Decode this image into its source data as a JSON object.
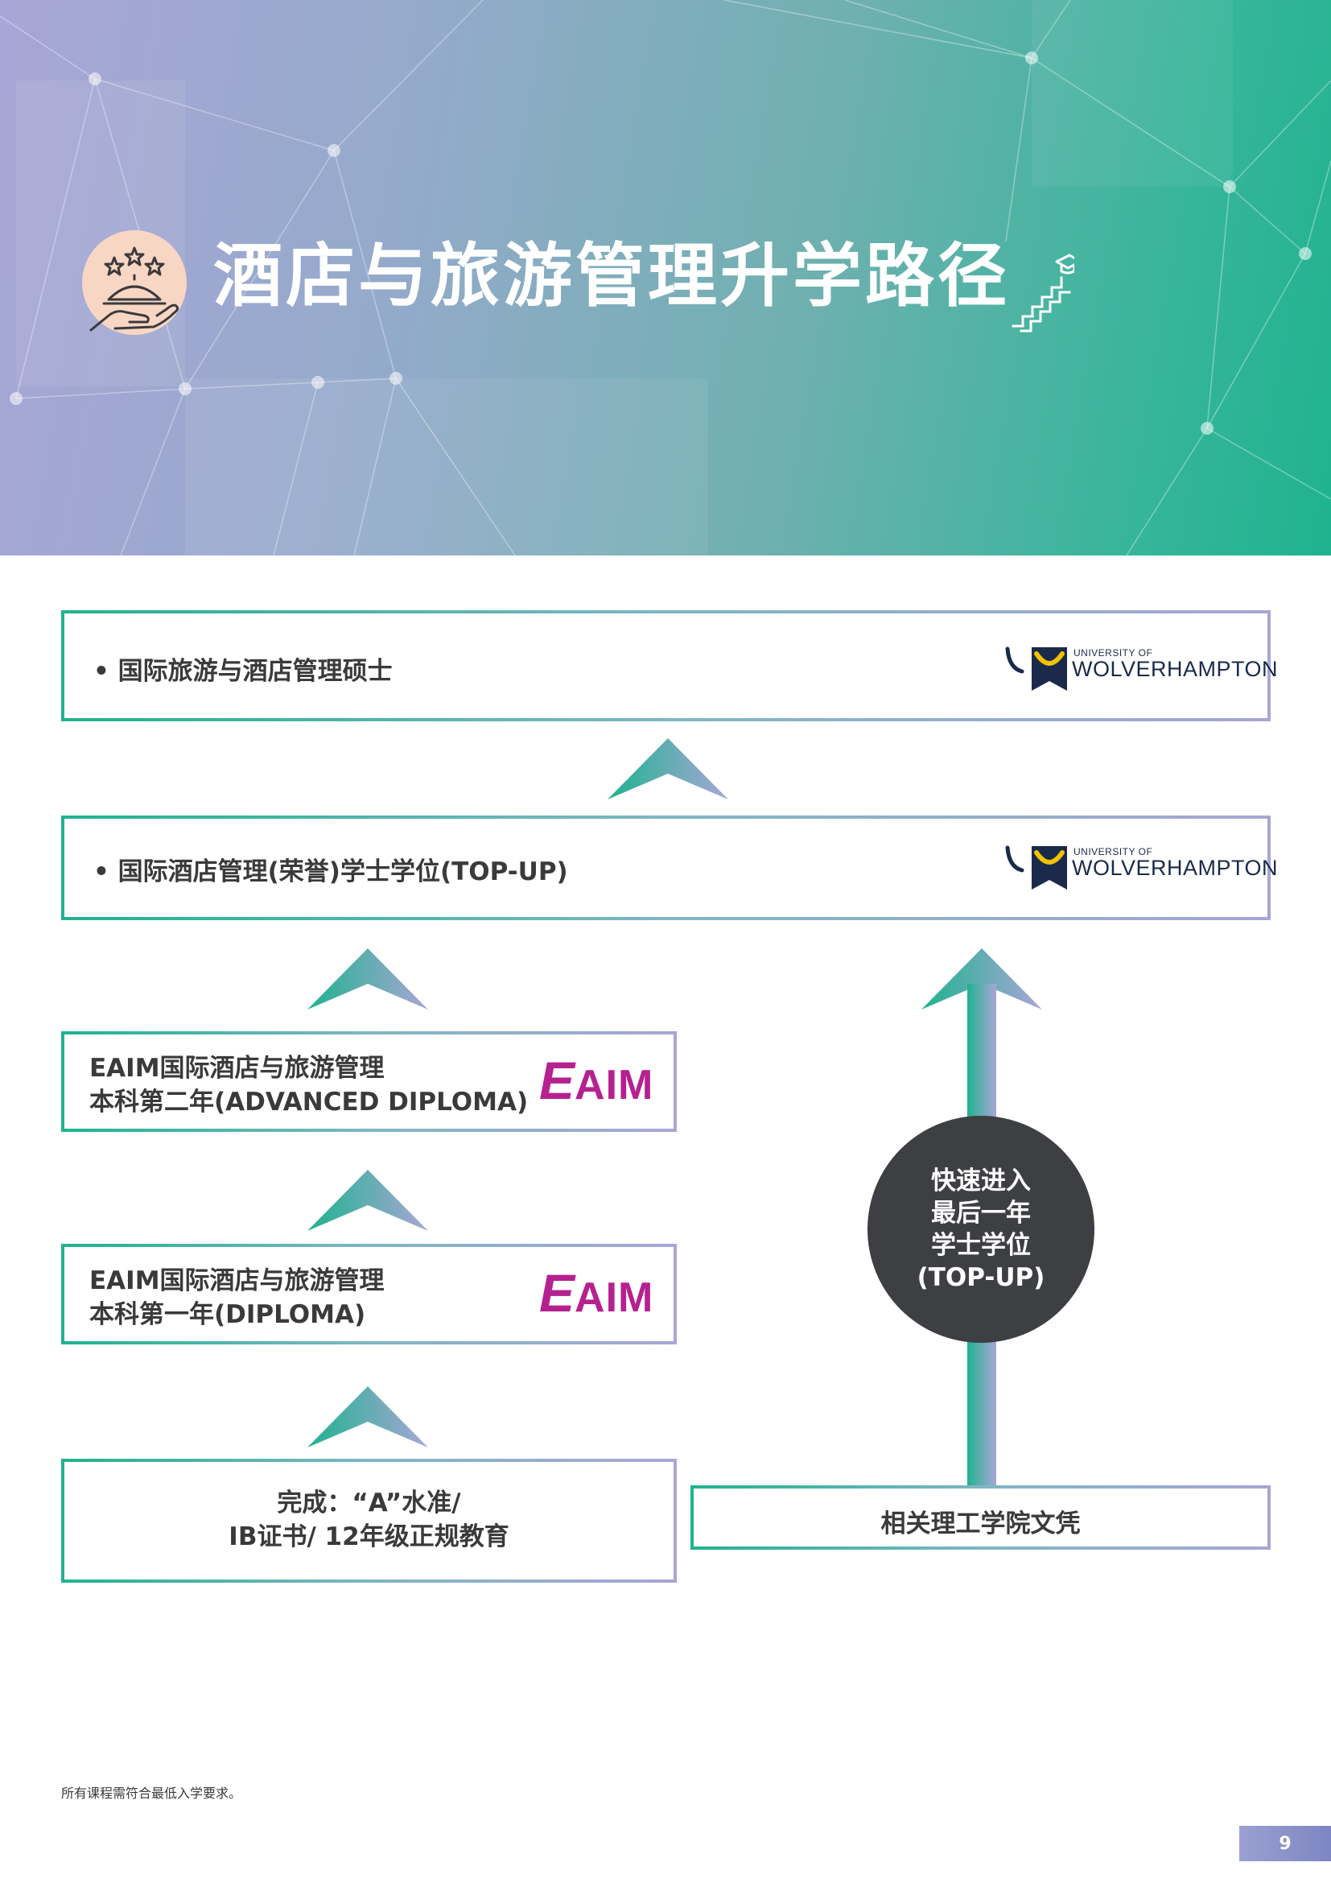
{
  "header": {
    "title": "酒店与旅游管理升学路径"
  },
  "pathway": {
    "masters": {
      "label": "• 国际旅游与酒店管理硕士",
      "logo": {
        "small": "UNIVERSITY OF",
        "name": "WOLVERHAMPTON"
      }
    },
    "topup": {
      "label": "• 国际酒店管理(荣誉)学士学位(TOP-UP)",
      "logo": {
        "small": "UNIVERSITY OF",
        "name": "WOLVERHAMPTON"
      }
    },
    "year2": {
      "line1": "EAIM国际酒店与旅游管理",
      "line2": "本科第二年(ADVANCED DIPLOMA)",
      "logo": {
        "e": "E",
        "rest": "AIM"
      }
    },
    "year1": {
      "line1": "EAIM国际酒店与旅游管理",
      "line2": "本科第一年(DIPLOMA)",
      "logo": {
        "e": "E",
        "rest": "AIM"
      }
    },
    "entry": {
      "line1": "完成：“A”水准/",
      "line2": "IB证书/ 12年级正规教育"
    },
    "polytechnic": {
      "label": "相关理工学院文凭"
    },
    "fast_track": {
      "lines": [
        "快速进入",
        "最后一年",
        "学士学位",
        "(TOP-UP)"
      ]
    }
  },
  "footer": {
    "note": "所有课程需符合最低入学要求。",
    "page_number": "9"
  },
  "colors": {
    "accent_green": "#1fb38f",
    "accent_lavender": "#a8a6d6",
    "eaim_magenta": "#b5218f",
    "wolverhampton_navy": "#1b2a4a",
    "wolverhampton_gold": "#f2c200",
    "badge_dark": "#3d3f42"
  }
}
